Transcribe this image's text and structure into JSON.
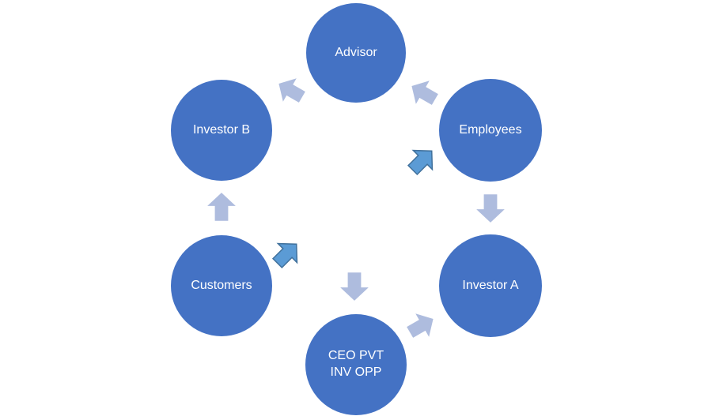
{
  "diagram": {
    "nodes": [
      {
        "id": "advisor",
        "label": "Advisor"
      },
      {
        "id": "employees",
        "label": "Employees"
      },
      {
        "id": "investor-a",
        "label": "Investor A"
      },
      {
        "id": "ceo",
        "label_line1": "CEO PVT",
        "label_line2": "INV OPP"
      },
      {
        "id": "customers",
        "label": "Customers"
      },
      {
        "id": "investor-b",
        "label": "Investor B"
      }
    ],
    "colors": {
      "node": "#4472c4",
      "arrow_light": "#aebcde",
      "arrow_dark": "#5b9bd5"
    }
  }
}
